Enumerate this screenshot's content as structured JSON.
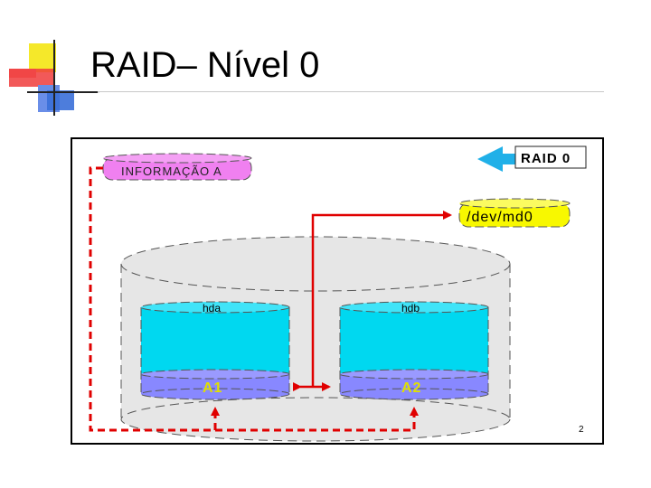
{
  "slide": {
    "title": "RAID– Nível 0",
    "page_number": "2"
  },
  "diagram": {
    "info_label": "INFORMAÇÃO A",
    "raid_label": "RAID 0",
    "device_label": "/dev/md0",
    "disks": [
      {
        "name": "hda",
        "block": "A1"
      },
      {
        "name": "hdb",
        "block": "A2"
      }
    ]
  },
  "colors": {
    "title_bar_yellow": "#f5e82a",
    "title_bar_red": "#f03c3c",
    "title_bar_blue": "#3a6fd8",
    "disk_cyan": "#00d8f0",
    "block_purple": "#8888ff",
    "info_pink": "#f080f0",
    "device_yellow": "#f8f800",
    "arrow_red": "#e00000",
    "raid_arrow_blue": "#20b0e8",
    "container_gray": "#e6e6e6"
  }
}
